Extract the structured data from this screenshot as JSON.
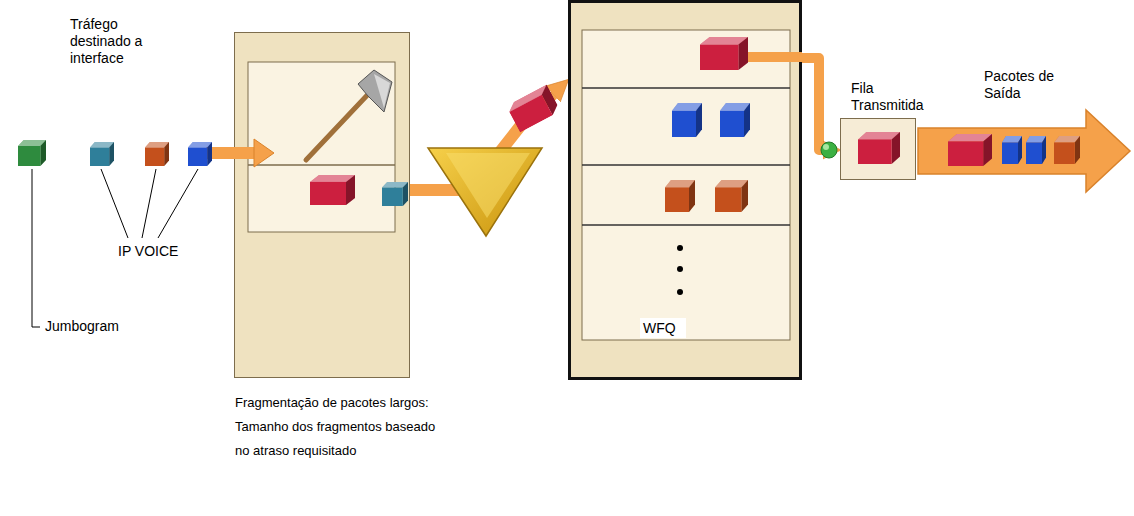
{
  "diagram": {
    "nodes": [
      {
        "text": [
          "Fragmentação de pacotes largos: Tamanho dos fragmentos baseado no atraso requisitado"
        ]
      },
      {
        "text": [
          "WFQ"
        ]
      },
      {
        "text": [
          "Fila Transmitida"
        ]
      },
      {
        "text": [
          "Pacotes de Saída"
        ]
      }
    ],
    "edges": [
      {
        "from": 0,
        "to": 1,
        "arrow": "to"
      },
      {
        "from": 1,
        "to": 2,
        "arrow": "to"
      }
    ],
    "labels": [
      "Tráfego destinado a interface",
      "IP VOICE",
      "Jumbogram"
    ]
  }
}
